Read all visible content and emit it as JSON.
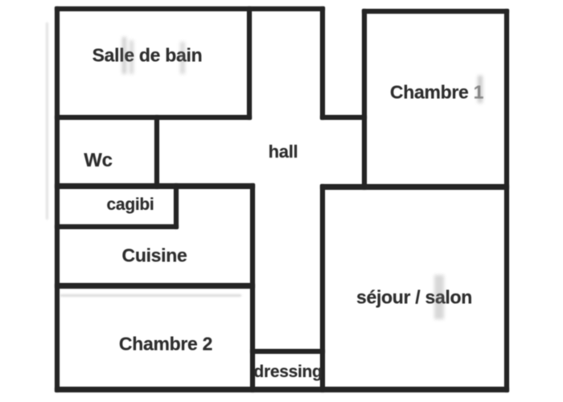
{
  "plan": {
    "type": "floor-plan",
    "language": "fr",
    "rooms": [
      {
        "id": "salle-de-bain",
        "label": "Salle de bain"
      },
      {
        "id": "chambre-1",
        "label": "Chambre 1"
      },
      {
        "id": "wc",
        "label": "Wc"
      },
      {
        "id": "hall",
        "label": "hall"
      },
      {
        "id": "cagibi",
        "label": "cagibi"
      },
      {
        "id": "cuisine",
        "label": "Cuisine"
      },
      {
        "id": "chambre-2",
        "label": "Chambre 2"
      },
      {
        "id": "sejour-salon",
        "label": "séjour / salon"
      },
      {
        "id": "dressing",
        "label": "dressing"
      }
    ],
    "colors": {
      "wall": "#242424",
      "background": "#ffffff",
      "text": "#2d2d2d",
      "artifact_gray": "#7d7d7d"
    }
  }
}
